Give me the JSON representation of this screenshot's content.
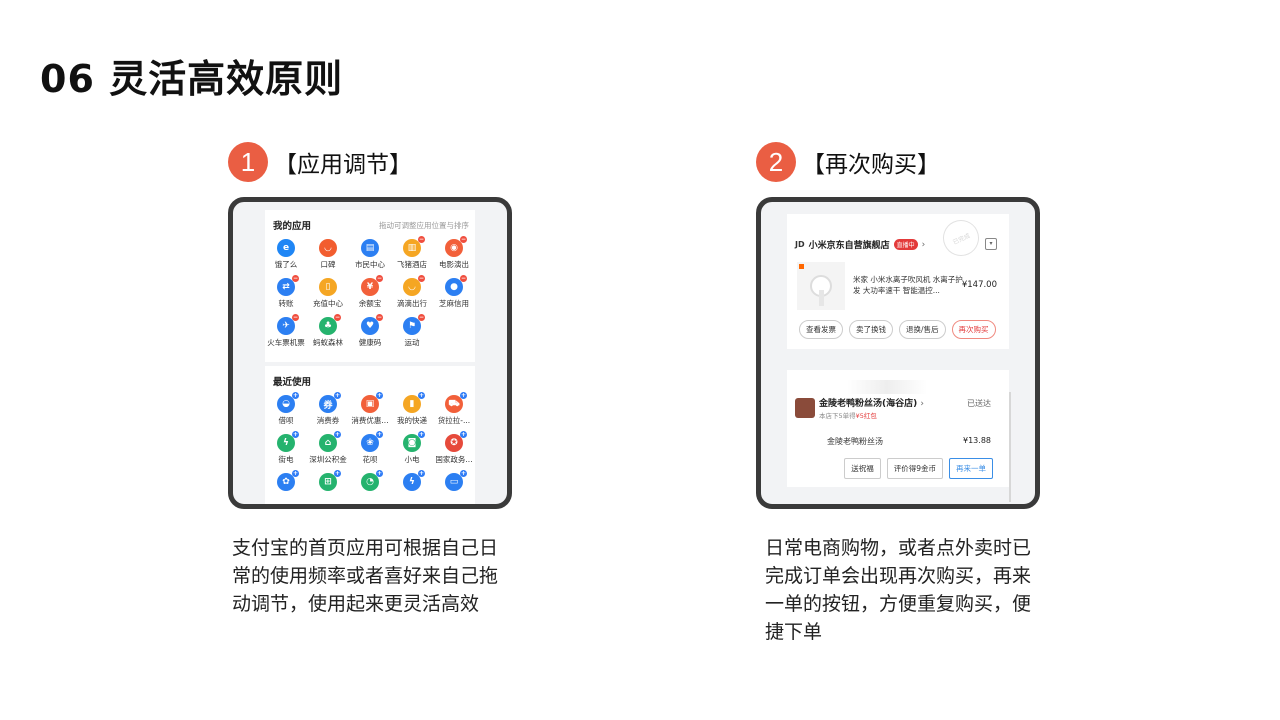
{
  "page": {
    "title": "06 灵活高效原则"
  },
  "sections": [
    {
      "number": "1",
      "label": "【应用调节】",
      "description": "支付宝的首页应用可根据自己日常的使用频率或者喜好来自己拖动调节，使用起来更灵活高效"
    },
    {
      "number": "2",
      "label": "【再次购买】",
      "description": "日常电商购物，或者点外卖时已完成订单会出现再次购买，再来一单的按钮，方便重复购买，便捷下单"
    }
  ],
  "screen1": {
    "my_apps_title": "我的应用",
    "hint": "拖动可调整应用位置与排序",
    "my_apps": [
      {
        "label": "饿了么",
        "icon": "eleme-icon",
        "color": "#1f86f5",
        "glyph": "e",
        "badge": ""
      },
      {
        "label": "口碑",
        "icon": "koubei-icon",
        "color": "#f25d2f",
        "glyph": "◡",
        "badge": ""
      },
      {
        "label": "市民中心",
        "icon": "citizen-center-icon",
        "color": "#2c7ff2",
        "glyph": "▤",
        "badge": ""
      },
      {
        "label": "飞猪酒店",
        "icon": "fliggy-hotel-icon",
        "color": "#f5a623",
        "glyph": "▥",
        "badge": "−"
      },
      {
        "label": "电影演出",
        "icon": "movie-icon",
        "color": "#f2603a",
        "glyph": "◉",
        "badge": "−"
      },
      {
        "label": "转账",
        "icon": "transfer-icon",
        "color": "#2c7ff2",
        "glyph": "⇄",
        "badge": "−"
      },
      {
        "label": "充值中心",
        "icon": "recharge-icon",
        "color": "#f5a623",
        "glyph": "▯",
        "badge": ""
      },
      {
        "label": "余额宝",
        "icon": "yuebao-icon",
        "color": "#f2603a",
        "glyph": "¥",
        "badge": "−"
      },
      {
        "label": "滴滴出行",
        "icon": "didi-icon",
        "color": "#f5a623",
        "glyph": "◡",
        "badge": "−"
      },
      {
        "label": "芝麻信用",
        "icon": "zhima-icon",
        "color": "#2c7ff2",
        "glyph": "●",
        "badge": "−"
      },
      {
        "label": "火车票机票",
        "icon": "train-ticket-icon",
        "color": "#2c7ff2",
        "glyph": "✈",
        "badge": "−"
      },
      {
        "label": "蚂蚁森林",
        "icon": "ant-forest-icon",
        "color": "#25b36e",
        "glyph": "♣",
        "badge": "−"
      },
      {
        "label": "健康码",
        "icon": "health-code-icon",
        "color": "#2c7ff2",
        "glyph": "♥",
        "badge": "−"
      },
      {
        "label": "运动",
        "icon": "sport-icon",
        "color": "#2c7ff2",
        "glyph": "⚑",
        "badge": "−"
      }
    ],
    "recent_title": "最近使用",
    "recent_apps": [
      {
        "label": "借呗",
        "icon": "jiebei-icon",
        "color": "#2c7ff2",
        "glyph": "◒",
        "badge": "+"
      },
      {
        "label": "消费券",
        "icon": "coupon-icon",
        "color": "#2c7ff2",
        "glyph": "券",
        "badge": "+"
      },
      {
        "label": "消费优惠...",
        "icon": "discount-icon",
        "color": "#f2603a",
        "glyph": "▣",
        "badge": "+"
      },
      {
        "label": "我的快递",
        "icon": "express-icon",
        "color": "#f5a623",
        "glyph": "▮",
        "badge": "+"
      },
      {
        "label": "货拉拉-...",
        "icon": "huolala-icon",
        "color": "#f2603a",
        "glyph": "⛟",
        "badge": "+"
      },
      {
        "label": "街电",
        "icon": "jiedian-icon",
        "color": "#25b36e",
        "glyph": "ϟ",
        "badge": "+"
      },
      {
        "label": "深圳公积金",
        "icon": "housing-fund-icon",
        "color": "#25b36e",
        "glyph": "⌂",
        "badge": "+"
      },
      {
        "label": "花呗",
        "icon": "huabei-icon",
        "color": "#2c7ff2",
        "glyph": "❀",
        "badge": "+"
      },
      {
        "label": "小电",
        "icon": "xiaodian-icon",
        "color": "#25b36e",
        "glyph": "◙",
        "badge": "+"
      },
      {
        "label": "国家政务...",
        "icon": "gov-icon",
        "color": "#e64a3b",
        "glyph": "✪",
        "badge": "+"
      },
      {
        "label": "",
        "icon": "app-icon-1",
        "color": "#2c7ff2",
        "glyph": "✿",
        "badge": "+"
      },
      {
        "label": "",
        "icon": "app-icon-2",
        "color": "#25b36e",
        "glyph": "⊞",
        "badge": "+"
      },
      {
        "label": "",
        "icon": "app-icon-3",
        "color": "#25b36e",
        "glyph": "◔",
        "badge": "+"
      },
      {
        "label": "",
        "icon": "app-icon-4",
        "color": "#2c7ff2",
        "glyph": "ϟ",
        "badge": "+"
      },
      {
        "label": "",
        "icon": "app-icon-5",
        "color": "#2c7ff2",
        "glyph": "▭",
        "badge": "+"
      }
    ]
  },
  "screen2": {
    "jd_logo": "JD",
    "store_name": "小米京东自营旗舰店",
    "live_tag": "直播中",
    "stamp_text": "已完成",
    "product_title": "米家 小米水离子吹风机 水离子护发 大功率速干 智能温控...",
    "product_price": "¥147.00",
    "actions_a": [
      "查看发票",
      "卖了换钱",
      "退换/售后",
      "再次购买"
    ],
    "shop_name": "金陵老鸭粉丝汤(海谷店)",
    "shop_status": "已送达",
    "shop_sub_normal": "本店下5单得",
    "shop_sub_red": "¥5红包",
    "item_name": "金陵老鸭粉丝汤",
    "item_price": "¥13.88",
    "actions_b": [
      "送祝福",
      "评价得9金币",
      "再来一单"
    ]
  },
  "colors": {
    "accent": "#ea5e43",
    "frame": "#3a3a3a",
    "blue": "#3a8ee6",
    "red": "#e33a3a"
  }
}
